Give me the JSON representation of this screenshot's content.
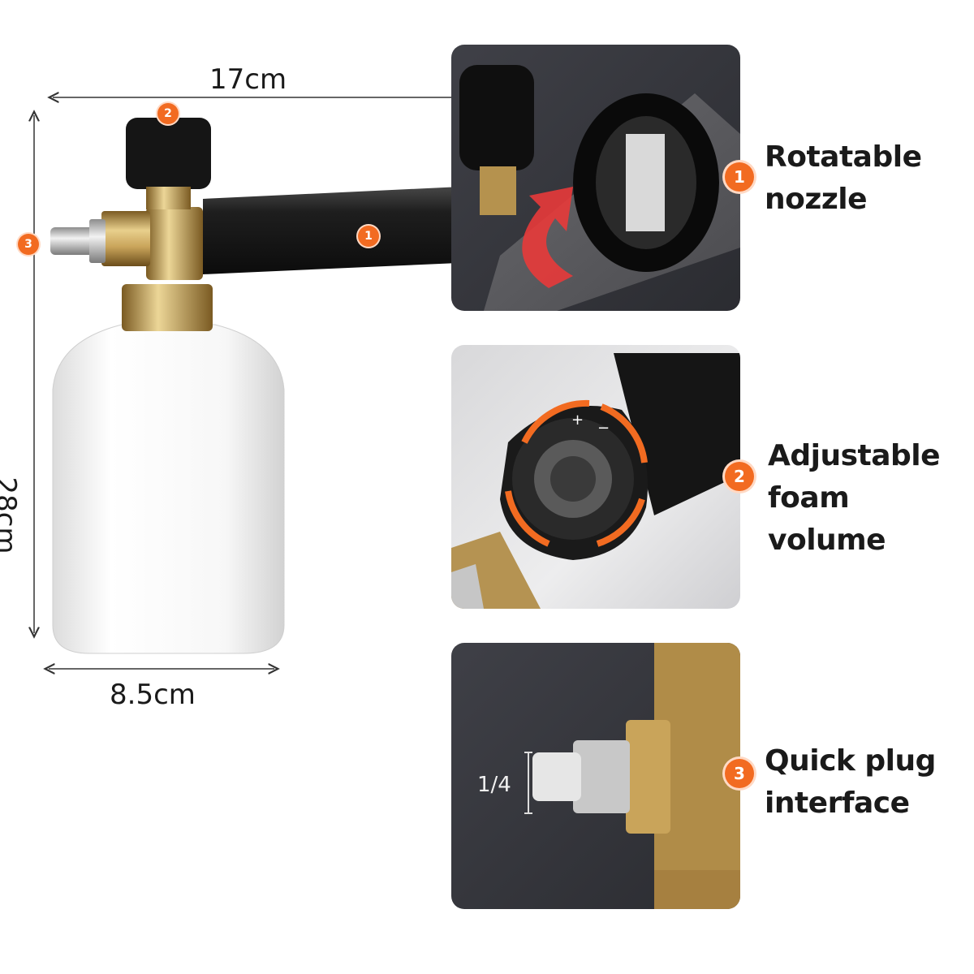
{
  "dimensions": {
    "width_top": "17cm",
    "height_side": "28cm",
    "width_bottom": "8.5cm"
  },
  "features": [
    {
      "number": "1",
      "line1": "Rotatable",
      "line2": "nozzle"
    },
    {
      "number": "2",
      "line1": "Adjustable",
      "line2": "foam volume"
    },
    {
      "number": "3",
      "line1": "Quick plug",
      "line2": "interface"
    }
  ],
  "plug_size": "1/4",
  "product_markers": [
    "1",
    "2",
    "3"
  ],
  "dial_marks": {
    "plus": "+",
    "minus": "−"
  },
  "colors": {
    "accent": "#f26b21",
    "brass": "#c9a45a",
    "panel_dark": "#34353a",
    "bottle": "#f4f4f4"
  }
}
